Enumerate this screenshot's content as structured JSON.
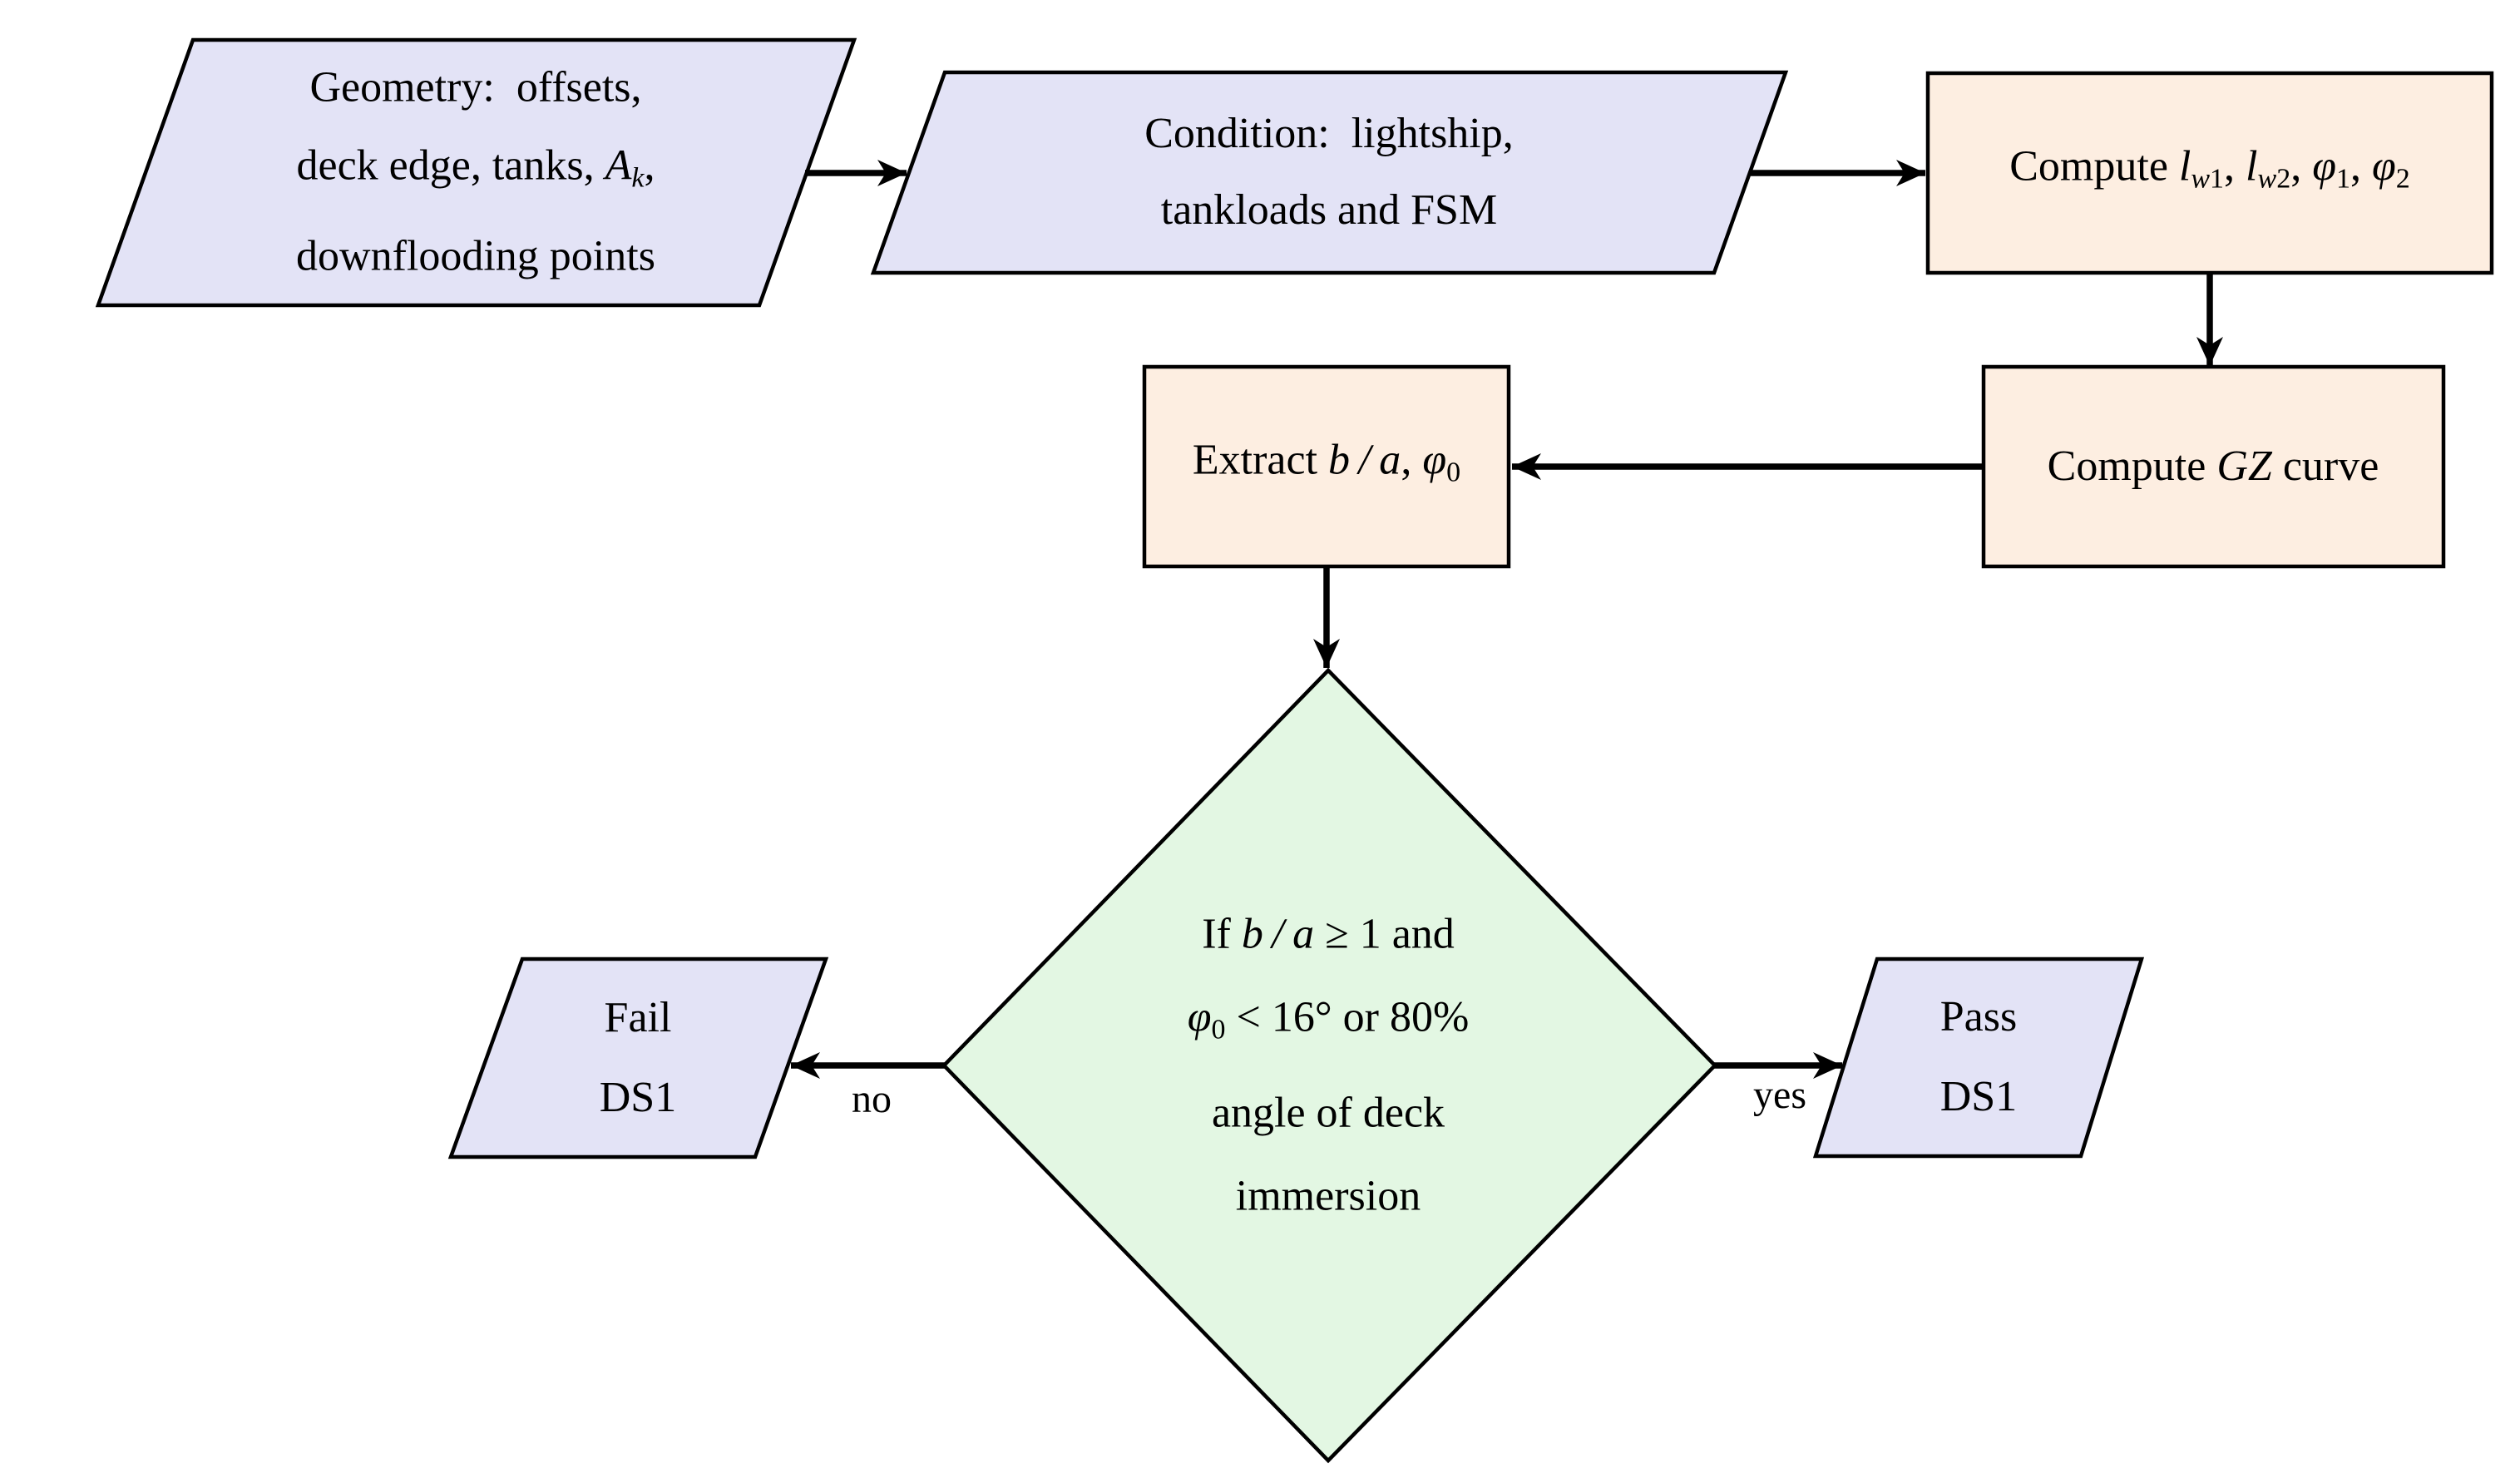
{
  "colors": {
    "io_fill": "#e3e3f6",
    "process_fill": "#fdeee1",
    "decision_fill": "#e3f7e3",
    "stroke": "#000000"
  },
  "nodes": {
    "geometry": {
      "line1": "Geometry:  offsets,",
      "line2_pre": "deck edge, tanks, ",
      "line2_var": "A",
      "line2_sub": "k",
      "line2_post": ",",
      "line3": "downflooding points"
    },
    "condition": {
      "line1": "Condition:  lightship,",
      "line2": "tankloads and FSM"
    },
    "compute_lw": {
      "pre": "Compute ",
      "v1": "l",
      "v1_sub_letter": "w",
      "v1_sub_num": "1",
      "sep1": ", ",
      "v2": "l",
      "v2_sub_letter": "w",
      "v2_sub_num": "2",
      "sep2": ", ",
      "v3": "φ",
      "v3_sub": "1",
      "sep3": ", ",
      "v4": "φ",
      "v4_sub": "2"
    },
    "compute_gz": {
      "pre": "Compute ",
      "var": "GZ",
      "post": " curve"
    },
    "extract": {
      "pre": "Extract ",
      "var": "b / a",
      "sep": ", ",
      "phi": "φ",
      "phi_sub": "0"
    },
    "decision": {
      "line1_pre": "If ",
      "line1_var": "b / a",
      "line1_post": " ≥ 1 and",
      "line2_phi": "φ",
      "line2_phi_sub": "0",
      "line2_post": " < 16° or 80%",
      "line3": "angle of deck",
      "line4": "immersion"
    },
    "fail": {
      "line1": "Fail",
      "line2": "DS1"
    },
    "pass": {
      "line1": "Pass",
      "line2": "DS1"
    }
  },
  "edge_labels": {
    "no": "no",
    "yes": "yes"
  }
}
